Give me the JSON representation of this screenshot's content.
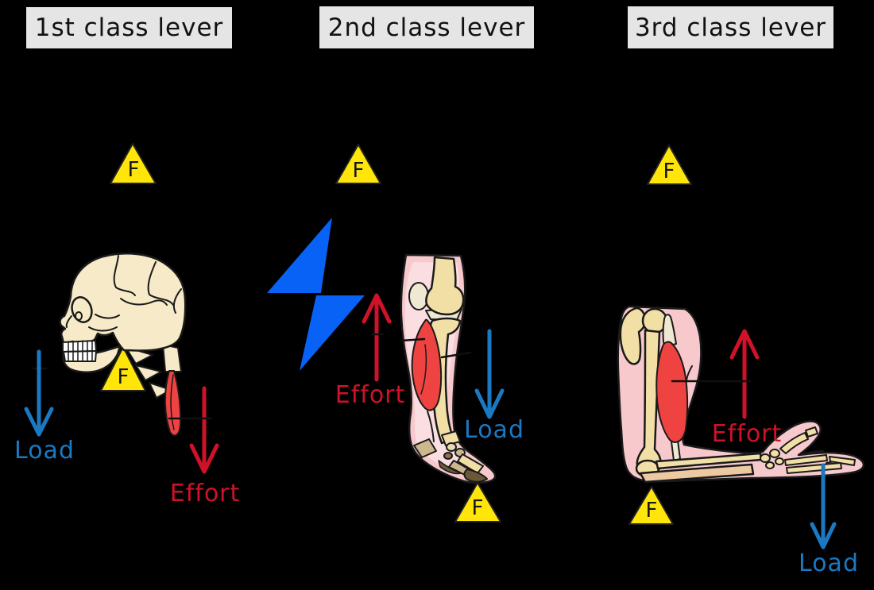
{
  "figure": {
    "background_color": "#000000",
    "description": "Three classes of lever in the human body"
  },
  "colors": {
    "title_box_bg": "#e5e5e5",
    "title_text": "#111111",
    "fulcrum_yellow": "#ffe50a",
    "load_blue": "#1b79c2",
    "effort_red": "#cf1228",
    "bolt_blue": "#0862f5",
    "skin_pink": "#f7c9cd",
    "skin_pink_light": "#fbdee1",
    "bone_cream": "#f1dfa6",
    "skull_cream": "#f6eac8",
    "cartilage_white": "#efe8d3",
    "tarsal_tan": "#cdb78f",
    "sole_brown": "#6b5839",
    "muscle_red": "#ef4342"
  },
  "panels": [
    {
      "title": "1st class lever",
      "fulcrum_label": "F",
      "load_label": "Load",
      "effort_label": "Effort",
      "illustration": "human-skull-and-neck-side-profile",
      "load_arrow_direction": "down",
      "effort_arrow_direction": "down"
    },
    {
      "title": "2nd class lever",
      "fulcrum_label": "F",
      "load_label": "Load",
      "effort_label": "Effort",
      "illustration": "lower-leg-and-foot-on-tiptoe",
      "decoration": "blue-lightning-bolt",
      "load_arrow_direction": "down",
      "effort_arrow_direction": "up"
    },
    {
      "title": "3rd class lever",
      "fulcrum_label": "F",
      "load_label": "Load",
      "effort_label": "Effort",
      "illustration": "arm-with-bicep-and-open-hand",
      "load_arrow_direction": "down",
      "effort_arrow_direction": "up"
    }
  ]
}
